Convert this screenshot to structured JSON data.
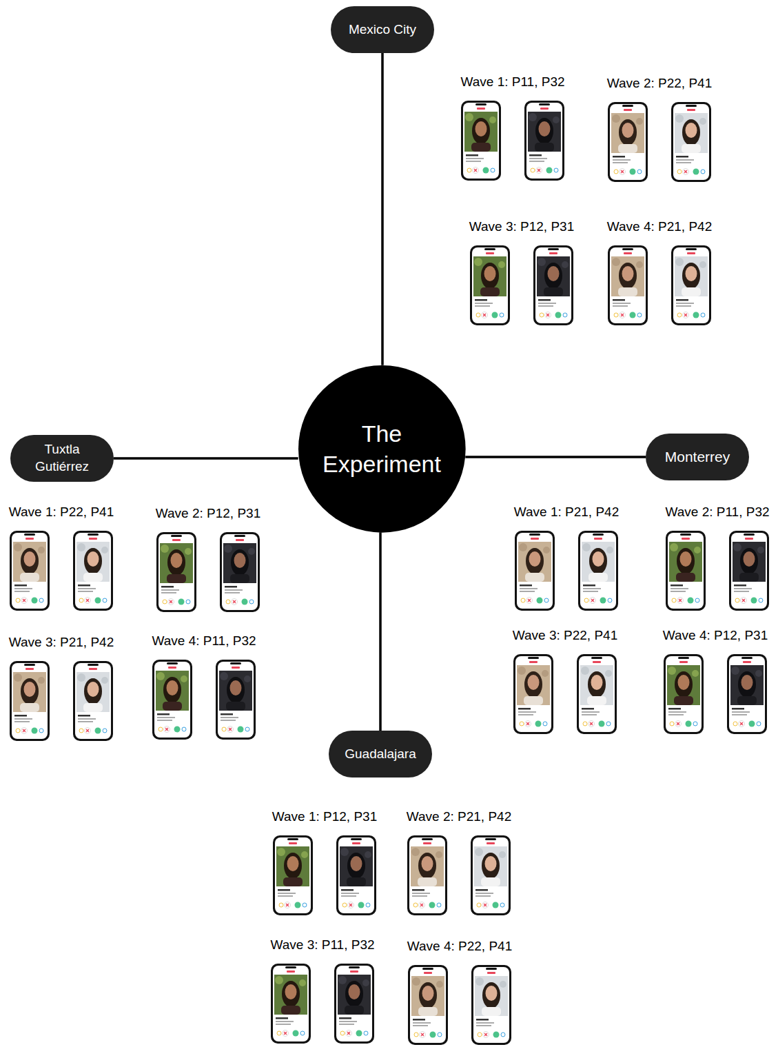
{
  "diagram": {
    "nodes": [
      {
        "text": [
          "Mexico City"
        ]
      },
      {
        "text": [
          "Tuxtla Gutiérrez"
        ]
      },
      {
        "text": [
          "The Experiment"
        ]
      },
      {
        "text": [
          "Monterrey"
        ]
      },
      {
        "text": [
          "Guadalajara"
        ]
      }
    ],
    "edges": [
      {
        "from": 2,
        "to": 0,
        "arrow": "none"
      },
      {
        "from": 2,
        "to": 1,
        "arrow": "none"
      },
      {
        "from": 2,
        "to": 3,
        "arrow": "none"
      },
      {
        "from": 2,
        "to": 4,
        "arrow": "none"
      }
    ],
    "labels": [
      "Wave 1: P11, P32",
      "Wave 2: P22, P41",
      "Wave 3: P12, P31",
      "Wave 4: P21, P42",
      "Wave 1: P22, P41",
      "Wave 2: P12, P31",
      "Wave 3: P21, P42",
      "Wave 4: P11, P32",
      "Wave 1: P21, P42",
      "Wave 2: P11, P32",
      "Wave 3: P22, P41",
      "Wave 4: P12, P31",
      "Wave 1: P12, P31",
      "Wave 2: P21, P42",
      "Wave 3: P11, P32",
      "Wave 4: P22, P41"
    ]
  }
}
